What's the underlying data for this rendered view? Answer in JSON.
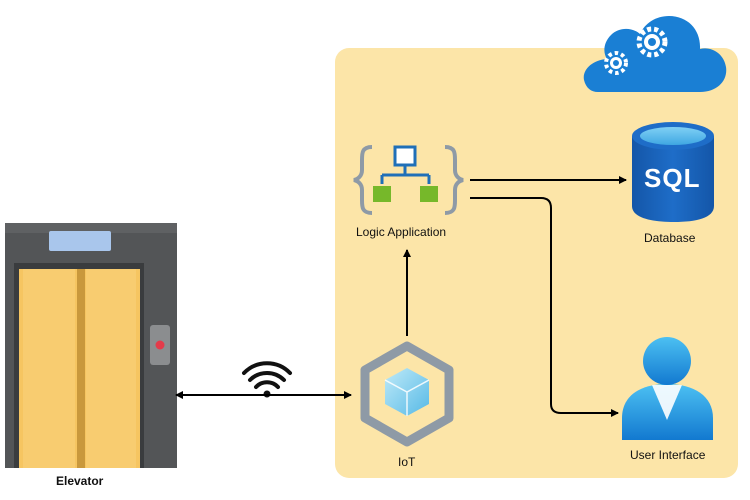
{
  "diagram": {
    "nodes": {
      "elevator": {
        "label": "Elevator",
        "icon": "elevator-icon"
      },
      "iot": {
        "label": "IoT",
        "icon": "iot-hub-icon"
      },
      "logic": {
        "label": "Logic Application",
        "icon": "logic-app-icon"
      },
      "database": {
        "label": "Database",
        "icon": "sql-database-icon",
        "badge": "SQL"
      },
      "user_interface": {
        "label": "User Interface",
        "icon": "user-icon"
      },
      "cloud": {
        "icon": "cloud-gears-icon"
      },
      "wireless": {
        "icon": "wifi-icon"
      }
    },
    "edges": [
      {
        "from": "elevator",
        "to": "iot",
        "bidirectional": true
      },
      {
        "from": "iot",
        "to": "logic"
      },
      {
        "from": "logic",
        "to": "database"
      },
      {
        "from": "logic",
        "to": "user_interface"
      }
    ],
    "colors": {
      "cloud_panel": "#FCE5A8",
      "cloud_icon": "#1A7FD4",
      "elevator_frame": "#535557",
      "elevator_doors": "#F6C561",
      "sql_blue": "#1E6DC8",
      "user_blue": "#1A8FE0",
      "connector": "#000000"
    }
  }
}
